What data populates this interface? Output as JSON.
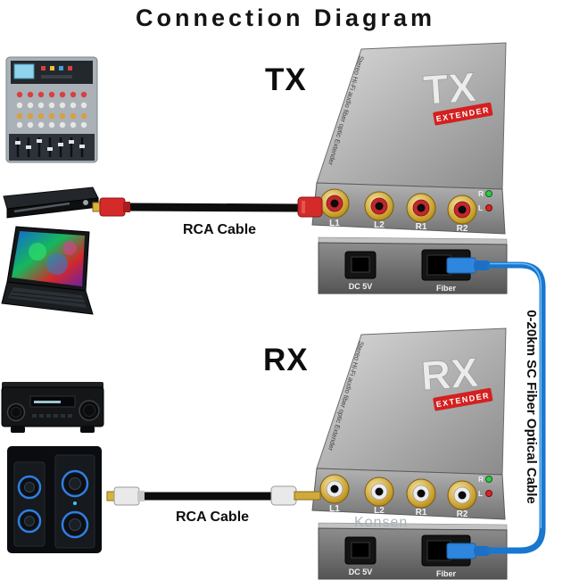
{
  "title": "Connection Diagram",
  "watermark": "Konsen",
  "tx_unit": {
    "external_label": "TX",
    "top_label": "TX",
    "badge": "EXTENDER",
    "side_text": "Stereo Hi-Fi audio fiber optic Extender",
    "jack_labels": [
      "L1",
      "L2",
      "R1",
      "R2"
    ],
    "led_labels": [
      "R",
      "L"
    ],
    "dc_port_label": "DC 5V",
    "fiber_port_label": "Fiber"
  },
  "rx_unit": {
    "external_label": "RX",
    "top_label": "RX",
    "badge": "EXTENDER",
    "side_text": "Stereo Hi-Fi audio fiber optic Extender",
    "jack_labels": [
      "L1",
      "L2",
      "R1",
      "R2"
    ],
    "led_labels": [
      "R",
      "L"
    ],
    "dc_port_label": "DC 5V",
    "fiber_port_label": "Fiber"
  },
  "cables": {
    "tx_rca_label": "RCA Cable",
    "rx_rca_label": "RCA Cable",
    "fiber_cable_label": "0-20km SC Fiber Optical Cable"
  },
  "colors": {
    "tx_rca_connector": "#d42a2a",
    "rx_rca_connector": "#e9e9e9",
    "fiber_cable": "#1877cf",
    "extender_badge": "#d42020",
    "led_green": "#2ecc40",
    "led_red": "#e02020"
  },
  "devices": {
    "sources": [
      "audio-mixer",
      "dvd-player",
      "laptop"
    ],
    "outputs": [
      "av-receiver",
      "speakers"
    ]
  }
}
